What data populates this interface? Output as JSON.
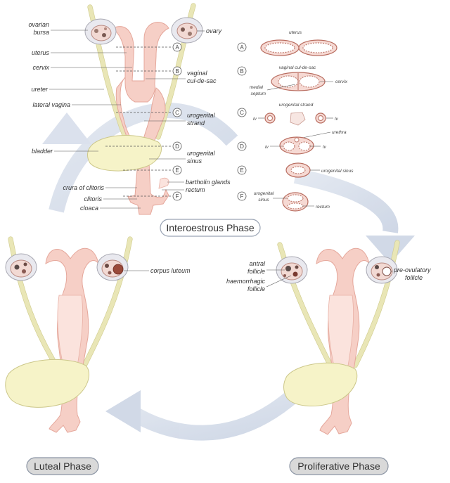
{
  "phases": {
    "interoestrous": "Interoestrous Phase",
    "proliferative": "Proliferative Phase",
    "luteal": "Luteal Phase"
  },
  "labels_left": {
    "ovarian_bursa_1": "ovarian",
    "ovarian_bursa_2": "bursa",
    "uterus": "uterus",
    "cervix": "cervix",
    "ureter": "ureter",
    "lateral_vagina": "lateral vagina",
    "bladder": "bladder",
    "crura_of_clitoris": "crura of clitoris",
    "clitoris": "clitoris",
    "cloaca": "cloaca"
  },
  "labels_right": {
    "ovary": "ovary",
    "vaginal_cul_de_sac_1": "vaginal",
    "vaginal_cul_de_sac_2": "cul-de-sac",
    "urogenital_strand_1": "urogenital",
    "urogenital_strand_2": "strand",
    "urogenital_sinus_1": "urogenital",
    "urogenital_sinus_2": "sinus",
    "bartholin_glands": "bartholin glands",
    "rectum": "rectum"
  },
  "markers": [
    "A",
    "B",
    "C",
    "D",
    "E",
    "F"
  ],
  "sections": {
    "uterus": "uterus",
    "vaginal_cul_de_sac": "vaginal cul-de-sac",
    "cervix": "cervix",
    "medial_septum_1": "medial",
    "medial_septum_2": "septum",
    "urogenital_strand": "urogenital strand",
    "lv": "lv",
    "urethra": "urethra",
    "urogenital_sinus": "urogenital sinus",
    "urogenital_sinus_1": "urogenital",
    "urogenital_sinus_2": "sinus",
    "rectum": "rectum"
  },
  "proliferative_labels": {
    "antral_follicle_1": "antral",
    "antral_follicle_2": "follicle",
    "haemorrhagic_follicle_1": "haemorrhagic",
    "haemorrhagic_follicle_2": "follicle",
    "pre_ovulatory_follicle_1": "pre-ovulatory",
    "pre_ovulatory_follicle_2": "follicle"
  },
  "luteal_labels": {
    "corpus_luteum": "corpus luteum"
  },
  "colors": {
    "tract": "#f6cfc6",
    "ureter": "#e9e6b6",
    "bladder": "#f6f3c8",
    "cycle_arrow": "#cfd8e8",
    "phase_pill": "#d9d9d9"
  },
  "icons": {
    "cycle": "cycle-arrow-icon"
  }
}
